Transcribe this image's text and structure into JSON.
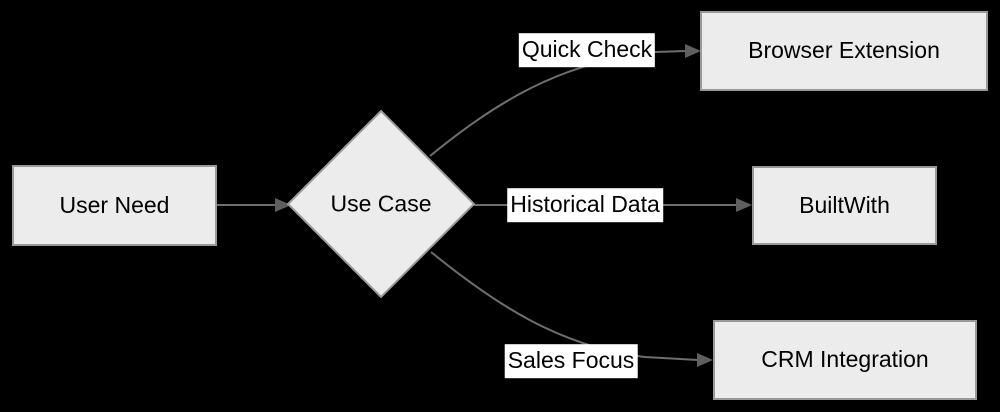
{
  "diagram": {
    "type": "flowchart-LR",
    "background_color": "#000000",
    "nodes": {
      "user_need": {
        "label": "User Need",
        "shape": "rectangle"
      },
      "use_case": {
        "label": "Use Case",
        "shape": "diamond"
      },
      "browser_extension": {
        "label": "Browser Extension",
        "shape": "rectangle"
      },
      "builtwith": {
        "label": "BuiltWith",
        "shape": "rectangle"
      },
      "crm_integration": {
        "label": "CRM Integration",
        "shape": "rectangle"
      }
    },
    "edges": [
      {
        "from": "User Need",
        "to": "Use Case",
        "label": ""
      },
      {
        "from": "Use Case",
        "to": "Browser Extension",
        "label": "Quick Check"
      },
      {
        "from": "Use Case",
        "to": "BuiltWith",
        "label": "Historical Data"
      },
      {
        "from": "Use Case",
        "to": "CRM Integration",
        "label": "Sales Focus"
      }
    ],
    "colors": {
      "node_fill": "#ececec",
      "node_border": "#999999",
      "edge_line": "#6e6e6e",
      "arrowhead": "#5f5f5f",
      "edge_label_background": "#ffffff",
      "text": "#000000"
    }
  }
}
